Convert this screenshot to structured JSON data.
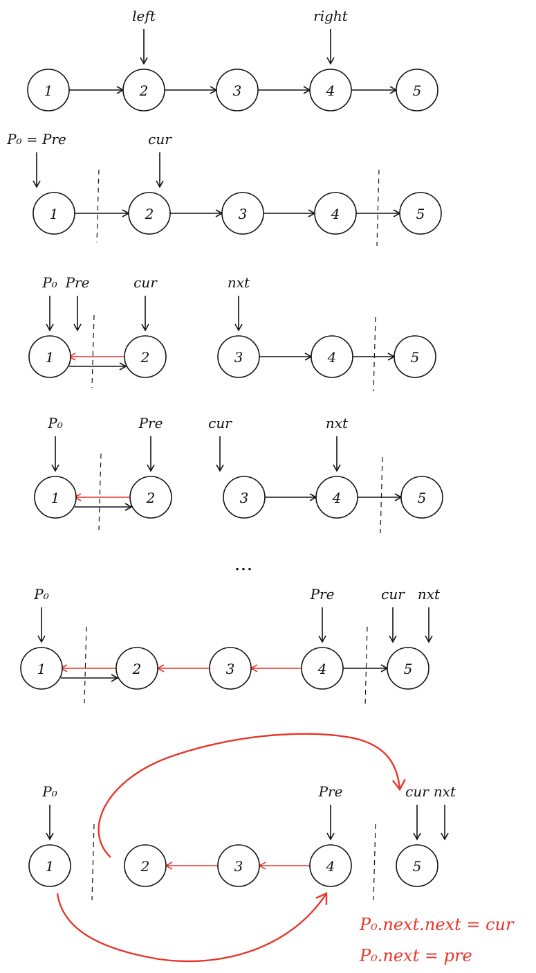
{
  "colors": {
    "ink": "#111111",
    "highlight": "#e8352a"
  },
  "steps": [
    {
      "nodes": [
        "1",
        "2",
        "3",
        "4",
        "5"
      ],
      "pointers": [
        {
          "label": "left",
          "target": 1
        },
        {
          "label": "right",
          "target": 3
        }
      ],
      "links": [
        {
          "from": 0,
          "to": 1,
          "color": "black"
        },
        {
          "from": 1,
          "to": 2,
          "color": "black"
        },
        {
          "from": 2,
          "to": 3,
          "color": "black"
        },
        {
          "from": 3,
          "to": 4,
          "color": "black"
        }
      ]
    },
    {
      "nodes": [
        "1",
        "2",
        "3",
        "4",
        "5"
      ],
      "pointers": [
        {
          "label": "P₀ = Pre",
          "target": 0
        },
        {
          "label": "cur",
          "target": 1
        }
      ],
      "links": [
        {
          "from": 0,
          "to": 1,
          "color": "black"
        },
        {
          "from": 1,
          "to": 2,
          "color": "black"
        },
        {
          "from": 2,
          "to": 3,
          "color": "black"
        },
        {
          "from": 3,
          "to": 4,
          "color": "black"
        }
      ]
    },
    {
      "nodes": [
        "1",
        "2",
        "3",
        "4",
        "5"
      ],
      "pointers": [
        {
          "label": "P₀",
          "target": 0
        },
        {
          "label": "Pre",
          "target": 0
        },
        {
          "label": "cur",
          "target": 1
        },
        {
          "label": "nxt",
          "target": 2
        }
      ],
      "links": [
        {
          "from": 1,
          "to": 0,
          "color": "red"
        },
        {
          "from": 0,
          "to": 1,
          "color": "black"
        },
        {
          "from": 2,
          "to": 3,
          "color": "black"
        },
        {
          "from": 3,
          "to": 4,
          "color": "black"
        }
      ]
    },
    {
      "nodes": [
        "1",
        "2",
        "3",
        "4",
        "5"
      ],
      "pointers": [
        {
          "label": "P₀",
          "target": 0
        },
        {
          "label": "Pre",
          "target": 1
        },
        {
          "label": "cur",
          "target": 2
        },
        {
          "label": "nxt",
          "target": 3
        }
      ],
      "links": [
        {
          "from": 1,
          "to": 0,
          "color": "red"
        },
        {
          "from": 0,
          "to": 1,
          "color": "black"
        },
        {
          "from": 2,
          "to": 3,
          "color": "black"
        },
        {
          "from": 3,
          "to": 4,
          "color": "black"
        }
      ]
    },
    {
      "nodes": [
        "1",
        "2",
        "3",
        "4",
        "5"
      ],
      "pointers": [
        {
          "label": "P₀",
          "target": 0
        },
        {
          "label": "Pre",
          "target": 3
        },
        {
          "label": "cur",
          "target": 4
        },
        {
          "label": "nxt",
          "target": 4
        }
      ],
      "links": [
        {
          "from": 1,
          "to": 0,
          "color": "red"
        },
        {
          "from": 0,
          "to": 1,
          "color": "black"
        },
        {
          "from": 2,
          "to": 1,
          "color": "red"
        },
        {
          "from": 3,
          "to": 2,
          "color": "red"
        },
        {
          "from": 3,
          "to": 4,
          "color": "black"
        }
      ]
    },
    {
      "nodes": [
        "1",
        "2",
        "3",
        "4",
        "5"
      ],
      "pointers": [
        {
          "label": "P₀",
          "target": 0
        },
        {
          "label": "Pre",
          "target": 3
        },
        {
          "label": "cur",
          "target": 4
        },
        {
          "label": "nxt",
          "target": 4
        }
      ],
      "links": [
        {
          "from": 2,
          "to": 1,
          "color": "red"
        },
        {
          "from": 3,
          "to": 2,
          "color": "red"
        }
      ],
      "reconnect": [
        {
          "from": 1,
          "to": 4,
          "color": "red"
        },
        {
          "from": 0,
          "to": 3,
          "color": "red"
        }
      ]
    }
  ],
  "ellipsis": "...",
  "notes": [
    "P₀.next.next = cur",
    "P₀.next = pre"
  ]
}
